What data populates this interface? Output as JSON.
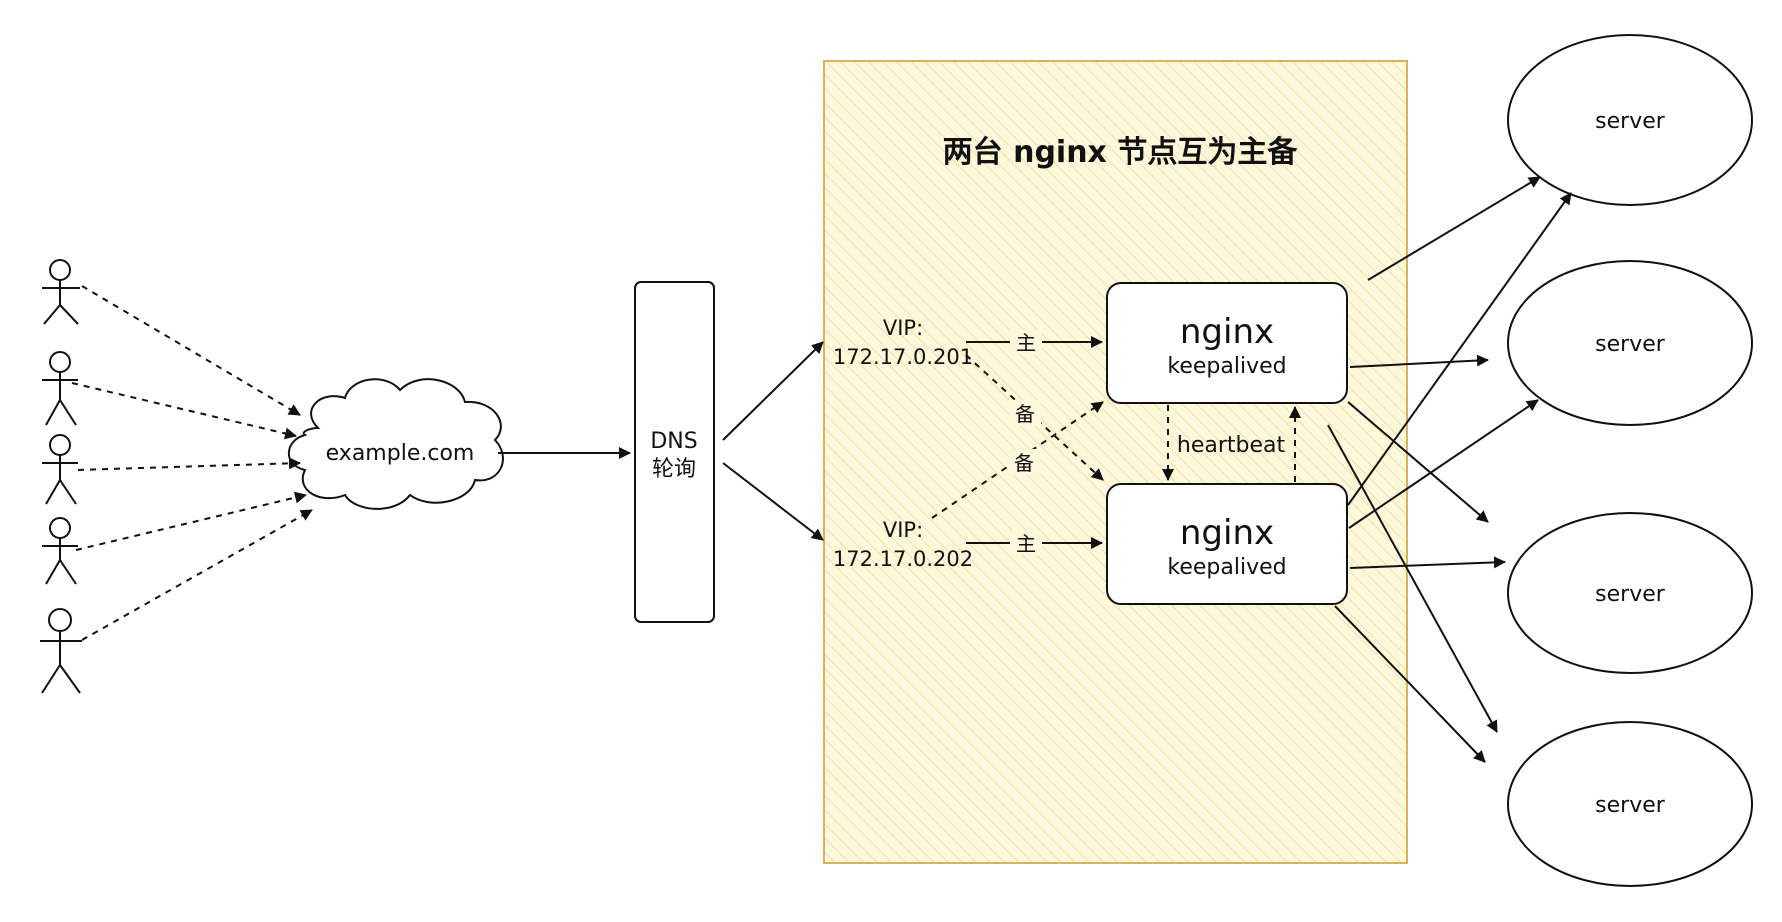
{
  "title": "两台 nginx 节点互为主备",
  "cloud": {
    "label": "example.com"
  },
  "dns": {
    "line1": "DNS",
    "line2": "轮询"
  },
  "vips": [
    {
      "line1": "VIP:",
      "line2": "172.17.0.201"
    },
    {
      "line1": "VIP:",
      "line2": "172.17.0.202"
    }
  ],
  "edges": {
    "primary": "主",
    "backup": "备"
  },
  "nodes": [
    {
      "main": "nginx",
      "sub": "keepalived"
    },
    {
      "main": "nginx",
      "sub": "keepalived"
    }
  ],
  "heartbeat": "heartbeat",
  "servers": [
    "server",
    "server",
    "server",
    "server"
  ],
  "colors": {
    "region_fill": "#fdf8dc",
    "region_border": "#d8b35a",
    "region_hatch": "#efe3a6",
    "ink": "#111111"
  }
}
